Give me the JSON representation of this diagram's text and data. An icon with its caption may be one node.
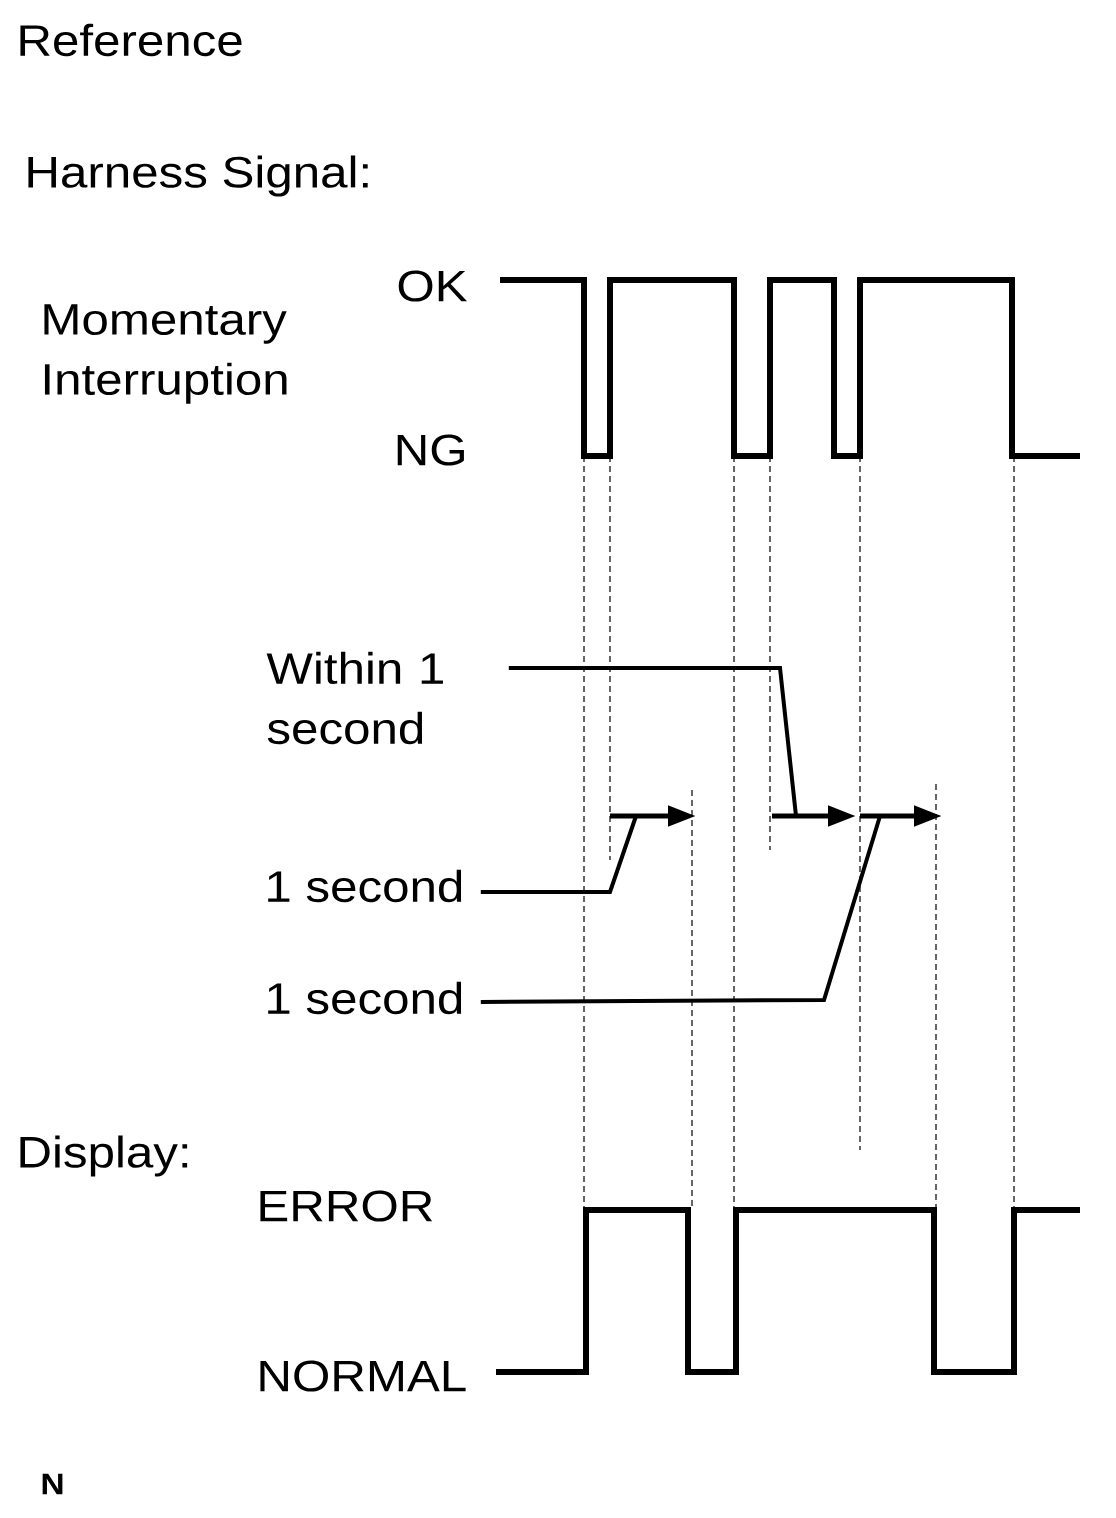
{
  "diagram": {
    "title": "Reference",
    "nodes": [
      {
        "text": [
          "Within 1 second"
        ]
      },
      {
        "text": [
          "1 second"
        ]
      },
      {
        "text": [
          "1 second"
        ]
      }
    ],
    "edges": [
      {
        "from": 0,
        "to": null,
        "arrow": "none"
      },
      {
        "from": 1,
        "to": null,
        "arrow": "none"
      },
      {
        "from": 2,
        "to": null,
        "arrow": "none"
      }
    ],
    "labels": [
      "Harness Signal:",
      "OK",
      "Momentary Interruption",
      "NG",
      "Display:",
      "ERROR",
      "NORMAL",
      "N"
    ]
  }
}
